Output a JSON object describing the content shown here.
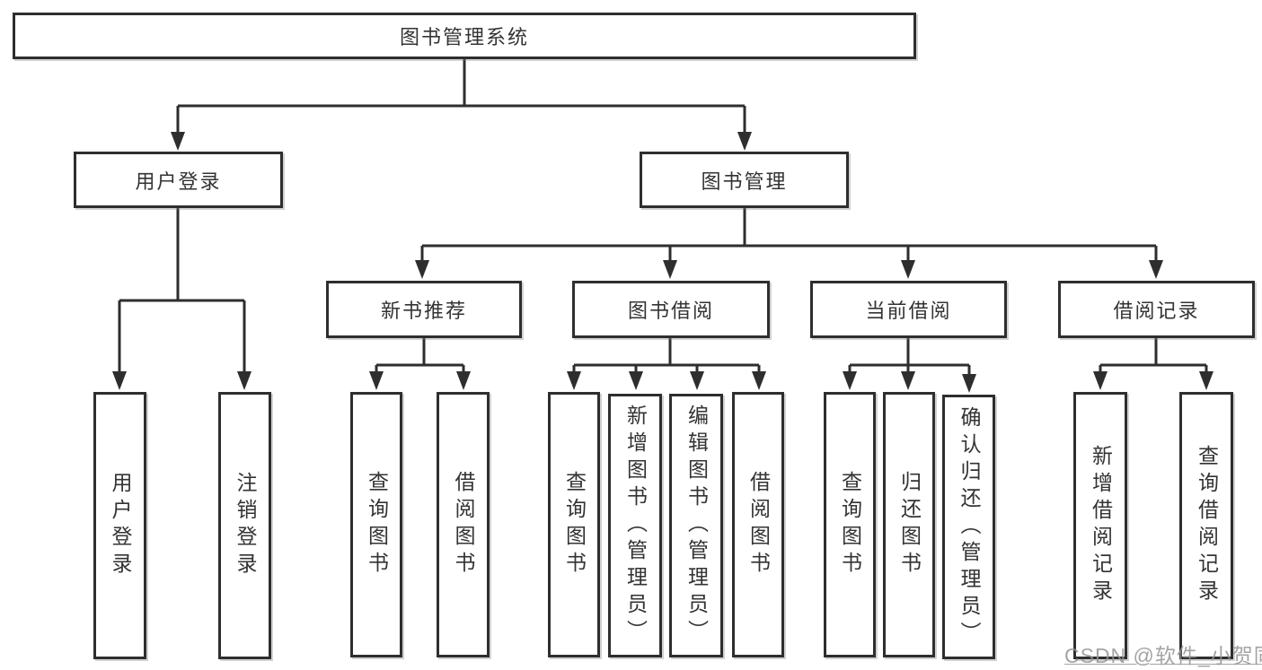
{
  "diagram": {
    "title": "图书管理系统",
    "nodes": {
      "root": "图书管理系统",
      "user_login_group": "用户登录",
      "book_mgmt": "图书管理",
      "new_book_rec": "新书推荐",
      "book_borrow": "图书借阅",
      "current_borrow": "当前借阅",
      "borrow_records": "借阅记录",
      "leaf_user_login": "用户登录",
      "leaf_logout": "注销登录",
      "leaf_nb_query": "查询图书",
      "leaf_nb_borrow": "借阅图书",
      "leaf_bb_query": "查询图书",
      "leaf_bb_add": "新增图书（管理员）",
      "leaf_bb_edit": "编辑图书（管理员）",
      "leaf_bb_borrow": "借阅图书",
      "leaf_cb_query": "查询图书",
      "leaf_cb_return": "归还图书",
      "leaf_cb_confirm": "确认归还（管理员）",
      "leaf_br_add": "新增借阅记录",
      "leaf_br_query": "查询借阅记录"
    },
    "hierarchy": [
      {
        "parent": "图书管理系统",
        "children": [
          "用户登录",
          "图书管理"
        ]
      },
      {
        "parent": "用户登录",
        "children": [
          "用户登录",
          "注销登录"
        ]
      },
      {
        "parent": "图书管理",
        "children": [
          "新书推荐",
          "图书借阅",
          "当前借阅",
          "借阅记录"
        ]
      },
      {
        "parent": "新书推荐",
        "children": [
          "查询图书",
          "借阅图书"
        ]
      },
      {
        "parent": "图书借阅",
        "children": [
          "查询图书",
          "新增图书（管理员）",
          "编辑图书（管理员）",
          "借阅图书"
        ]
      },
      {
        "parent": "当前借阅",
        "children": [
          "查询图书",
          "归还图书",
          "确认归还（管理员）"
        ]
      },
      {
        "parent": "借阅记录",
        "children": [
          "新增借阅记录",
          "查询借阅记录"
        ]
      }
    ],
    "colors": {
      "line": "#2e2e2e",
      "box_border": "#2e2e2e",
      "box_fill": "#ffffff",
      "text": "#333333",
      "watermark": "#949494"
    }
  },
  "watermark": {
    "text": "CSDN @软件_小贺同学"
  }
}
